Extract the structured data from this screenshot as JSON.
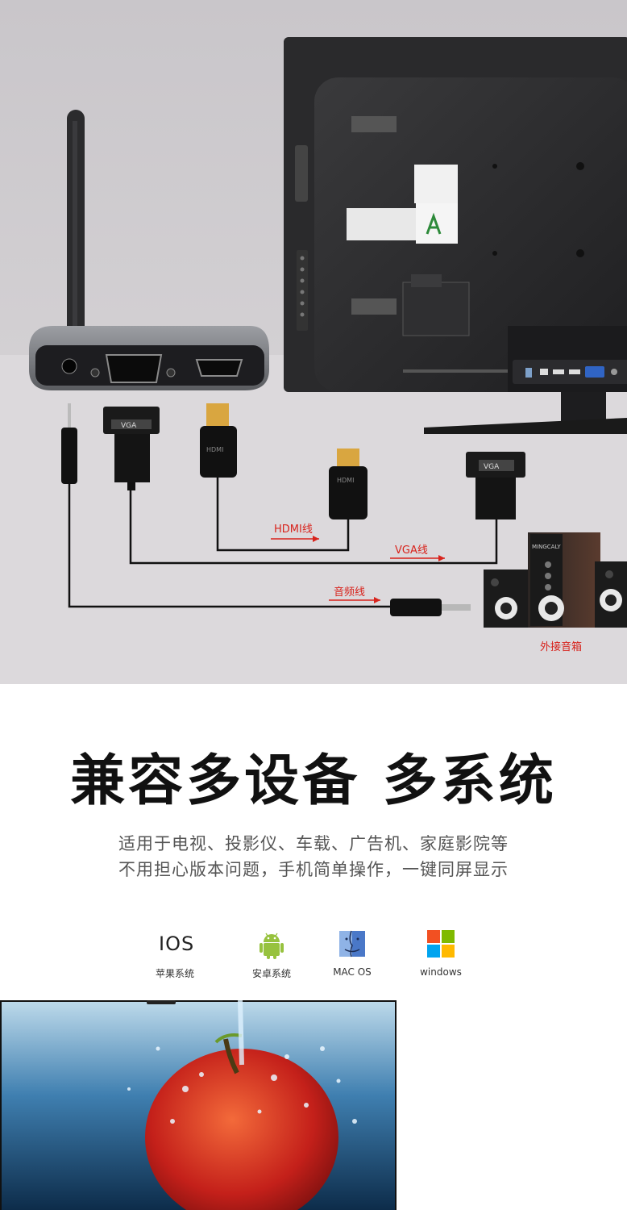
{
  "diagram": {
    "hdmi_port_label": "HDMI",
    "vga_plug_label": "VGA",
    "vga_plug2_label": "VGA",
    "hdmi_plug_label": "HDMI",
    "hdmi_cable_label": "HDMI线",
    "vga_cable_label": "VGA线",
    "audio_cable_label": "音频线",
    "speakers_label": "外接音箱",
    "speaker_brand": "MINGCALY",
    "accent_color": "#d8231c"
  },
  "headline": {
    "title": "兼容多设备  多系统",
    "line1": "适用于电视、投影仪、车载、广告机、家庭影院等",
    "line2": "不用担心版本问题，手机简单操作，一键同屏显示"
  },
  "os": [
    {
      "icon": "ios-icon",
      "text": "IOS",
      "label": "苹果系统"
    },
    {
      "icon": "android-icon",
      "label": "安卓系统"
    },
    {
      "icon": "mac-os-icon",
      "label": "MAC OS"
    },
    {
      "icon": "windows-icon",
      "label": "windows"
    }
  ]
}
